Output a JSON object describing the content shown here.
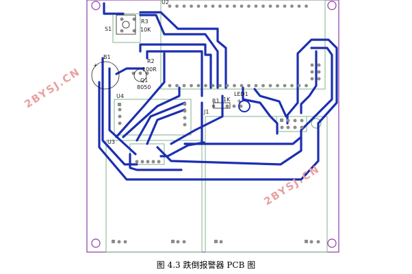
{
  "figure": {
    "caption": "图 4.3  跌倒报警器 PCB 图"
  },
  "board": {
    "labels": {
      "u2": "U2",
      "s1": "S1",
      "r3": "R3",
      "r3_value": "10K",
      "b1": "B1",
      "b1_plus": "+",
      "r2": "R2",
      "r2_value": "100R",
      "q1": "Q1",
      "q1_type": "8050",
      "u4": "U4",
      "r1": "R1",
      "r1_value": "1K",
      "led1": "LED1",
      "led1_plus": "+",
      "j1": "J1",
      "u3": "U3"
    },
    "watermarks": [
      "2BYSJ.CN",
      "2BYSJ.CN"
    ]
  },
  "colors": {
    "board_outline": "#8a3aa0",
    "trace": "#1c2fb0",
    "pad": "#8c8c8c",
    "outline_green": "#7fb28a",
    "silk": "#1a1a1a",
    "watermark": "#e9a0a0"
  }
}
